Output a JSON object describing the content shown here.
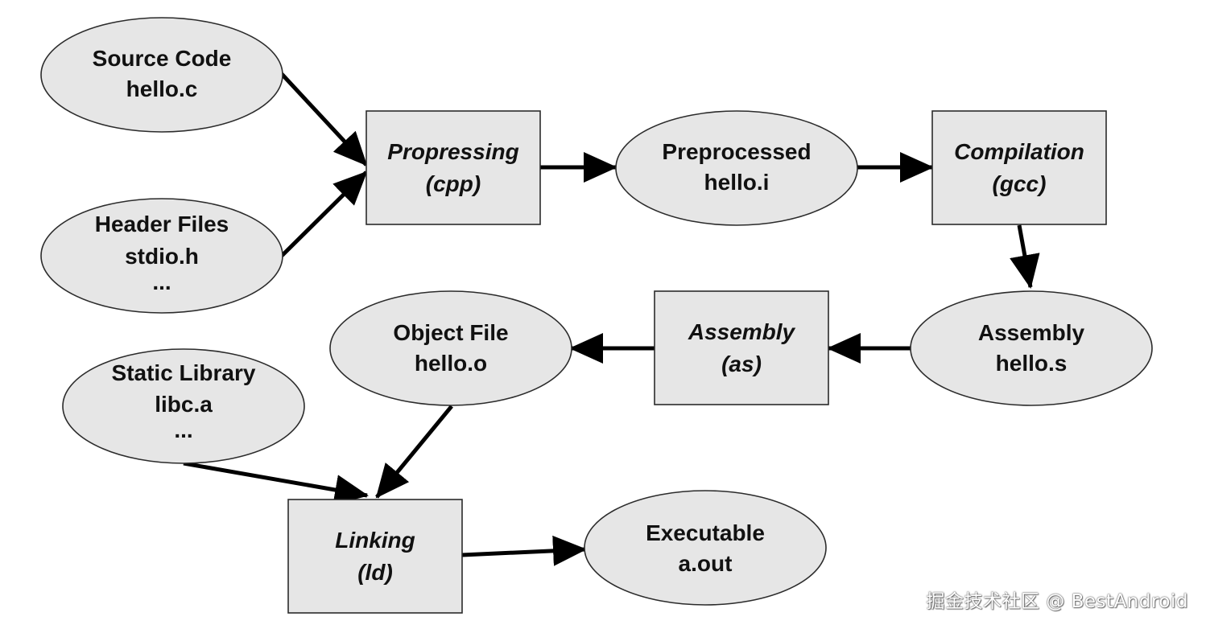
{
  "nodes": {
    "source_code": {
      "shape": "ellipse",
      "lines": [
        "Source Code",
        "hello.c"
      ]
    },
    "header_files": {
      "shape": "ellipse",
      "lines": [
        "Header Files",
        "stdio.h",
        "..."
      ]
    },
    "propressing": {
      "shape": "box",
      "lines": [
        "Propressing",
        "(cpp)"
      ]
    },
    "preprocessed": {
      "shape": "ellipse",
      "lines": [
        "Preprocessed",
        "hello.i"
      ]
    },
    "compilation": {
      "shape": "box",
      "lines": [
        "Compilation",
        "(gcc)"
      ]
    },
    "assembly_file": {
      "shape": "ellipse",
      "lines": [
        "Assembly",
        "hello.s"
      ]
    },
    "assembly_step": {
      "shape": "box",
      "lines": [
        "Assembly",
        "(as)"
      ]
    },
    "object_file": {
      "shape": "ellipse",
      "lines": [
        "Object File",
        "hello.o"
      ]
    },
    "static_library": {
      "shape": "ellipse",
      "lines": [
        "Static Library",
        "libc.a",
        "..."
      ]
    },
    "linking": {
      "shape": "box",
      "lines": [
        "Linking",
        "(ld)"
      ]
    },
    "executable": {
      "shape": "ellipse",
      "lines": [
        "Executable",
        "a.out"
      ]
    }
  },
  "edges": [
    {
      "from": "source_code",
      "to": "propressing"
    },
    {
      "from": "header_files",
      "to": "propressing"
    },
    {
      "from": "propressing",
      "to": "preprocessed"
    },
    {
      "from": "preprocessed",
      "to": "compilation"
    },
    {
      "from": "compilation",
      "to": "assembly_file"
    },
    {
      "from": "assembly_file",
      "to": "assembly_step"
    },
    {
      "from": "assembly_step",
      "to": "object_file"
    },
    {
      "from": "object_file",
      "to": "linking"
    },
    {
      "from": "static_library",
      "to": "linking"
    },
    {
      "from": "linking",
      "to": "executable"
    }
  ],
  "colors": {
    "node_fill": "#e6e6e6",
    "node_stroke": "#2b2b2b",
    "edge": "#000000",
    "text": "#111111"
  },
  "watermark": "掘金技术社区 @ BestAndroid"
}
